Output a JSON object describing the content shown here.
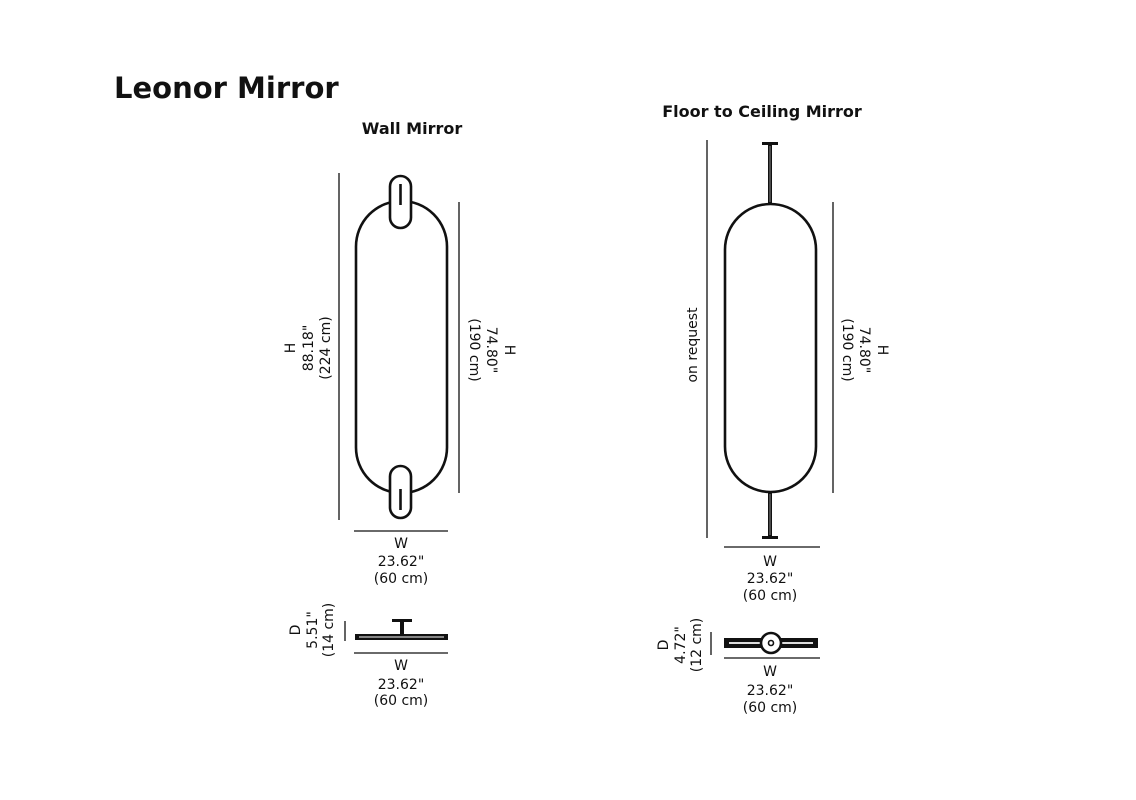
{
  "title": "Leonor Mirror",
  "wall": {
    "heading": "Wall Mirror",
    "total_height": {
      "label": "H",
      "in": "88.18\"",
      "cm": "(224 cm)"
    },
    "mirror_height": {
      "label": "H",
      "in": "74.80\"",
      "cm": "(190 cm)"
    },
    "width": {
      "label": "W",
      "in": "23.62\"",
      "cm": "(60 cm)"
    },
    "depth": {
      "label": "D",
      "in": "5.51\"",
      "cm": "(14 cm)"
    },
    "depth_width": {
      "label": "W",
      "in": "23.62\"",
      "cm": "(60 cm)"
    }
  },
  "floor": {
    "heading": "Floor to Ceiling Mirror",
    "total_height": {
      "label": "on request"
    },
    "mirror_height": {
      "label": "H",
      "in": "74.80\"",
      "cm": "(190 cm)"
    },
    "width": {
      "label": "W",
      "in": "23.62\"",
      "cm": "(60 cm)"
    },
    "depth": {
      "label": "D",
      "in": "4.72\"",
      "cm": "(12 cm)"
    },
    "depth_width": {
      "label": "W",
      "in": "23.62\"",
      "cm": "(60 cm)"
    }
  }
}
